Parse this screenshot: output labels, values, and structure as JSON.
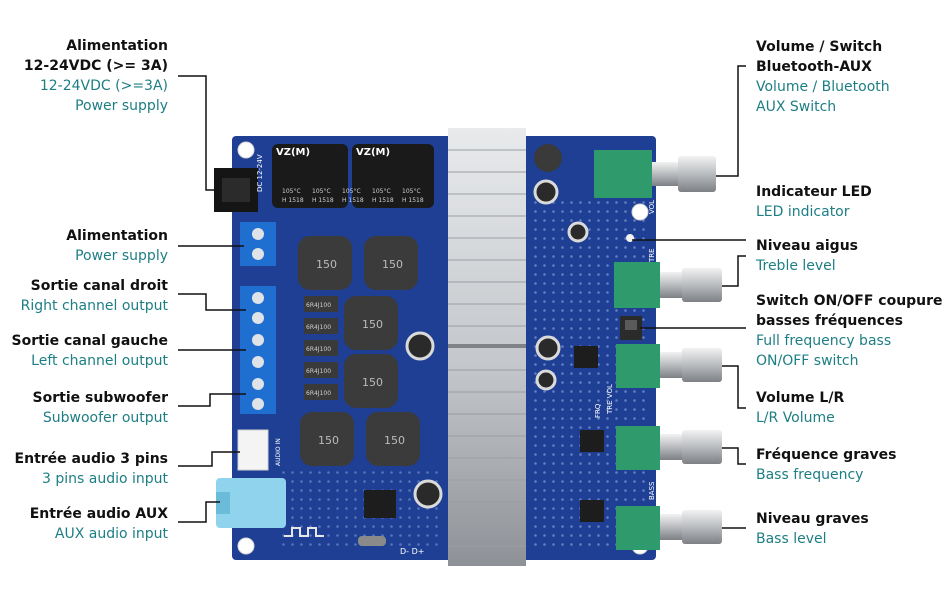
{
  "colors": {
    "english_text": "#1d7e84",
    "french_text": "#111111",
    "pcb": "#1e3f93",
    "heatsink": "#c9ccd0",
    "terminal": "#1f6fd1",
    "knob_base": "#2f9b6d",
    "leader": "#111111"
  },
  "board": {
    "silk_dc": "DC\n12-24V",
    "silk_cap1": "VZ(M)",
    "silk_cap2": "VZ(M)",
    "silk_temp": "105°C",
    "silk_cap_code": "H 1518",
    "inductor_code": "150",
    "resistor_code": "6R4J100",
    "silk_vol": "VOL",
    "silk_tre": "TRE",
    "silk_freq": "FRQ",
    "silk_tre_vol": "TRE\nVOL",
    "silk_bass": "BASS",
    "silk_d_pins": "D-  D+",
    "silk_audio": "AUDIO IN"
  },
  "callouts": {
    "left": [
      {
        "fr": "Alimentation\n12-24VDC (>= 3A)",
        "en": "12-24VDC (>=3A)\nPower supply"
      },
      {
        "fr": "Alimentation",
        "en": "Power supply"
      },
      {
        "fr": "Sortie canal droit",
        "en": "Right channel output"
      },
      {
        "fr": "Sortie canal gauche",
        "en": "Left channel output"
      },
      {
        "fr": "Sortie subwoofer",
        "en": "Subwoofer output"
      },
      {
        "fr": "Entrée audio 3 pins",
        "en": "3 pins audio input"
      },
      {
        "fr": "Entrée audio AUX",
        "en": "AUX audio input"
      }
    ],
    "right": [
      {
        "fr": "Volume / Switch\nBluetooth-AUX",
        "en": "Volume / Bluetooth\nAUX Switch"
      },
      {
        "fr": "Indicateur LED",
        "en": "LED indicator"
      },
      {
        "fr": "Niveau aigus",
        "en": "Treble level"
      },
      {
        "fr": "Switch ON/OFF coupure\nbasses fréquences",
        "en": "Full frequency bass\nON/OFF switch"
      },
      {
        "fr": "Volume L/R",
        "en": "L/R Volume"
      },
      {
        "fr": "Fréquence graves",
        "en": "Bass frequency"
      },
      {
        "fr": "Niveau graves",
        "en": "Bass level"
      }
    ]
  }
}
